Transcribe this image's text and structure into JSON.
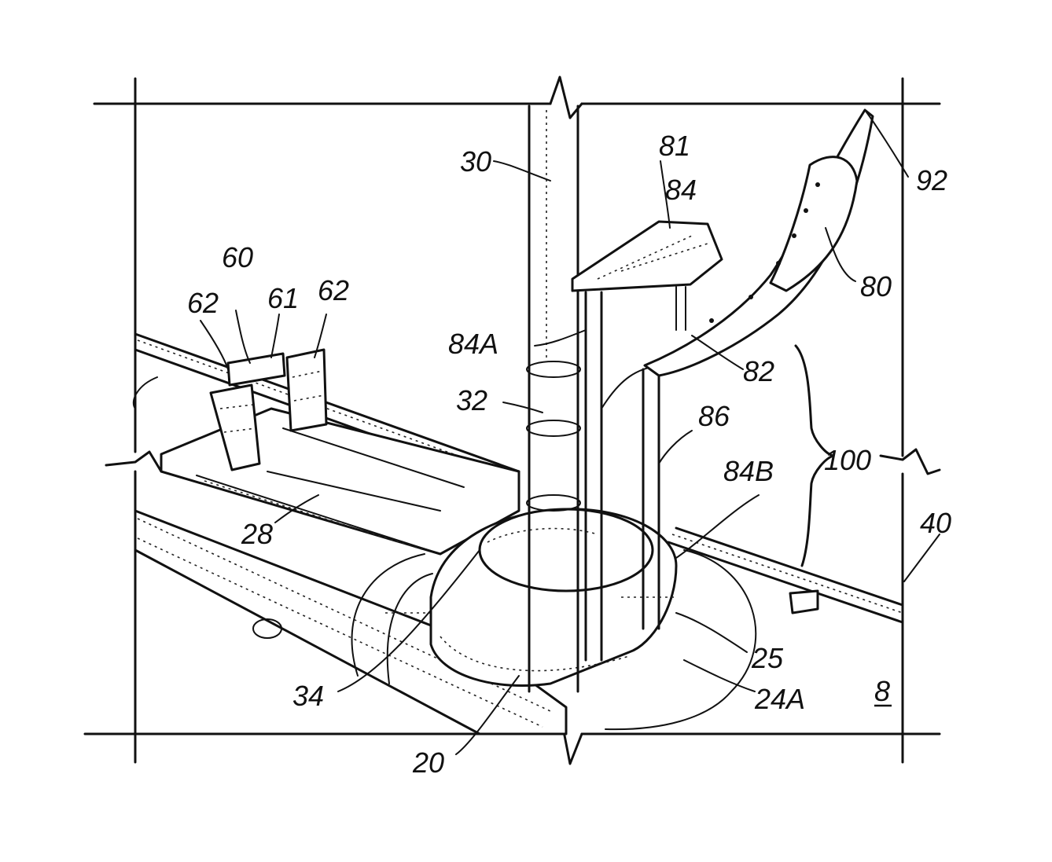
{
  "figure": {
    "labels": {
      "l81": "81",
      "l30": "30",
      "l84": "84",
      "l92": "92",
      "l60": "60",
      "l62a": "62",
      "l61": "61",
      "l62b": "62",
      "l80": "80",
      "l84A": "84A",
      "l82": "82",
      "l32": "32",
      "l86": "86",
      "l84B": "84B",
      "l100": "100",
      "l40": "40",
      "l28": "28",
      "l25": "25",
      "l34": "34",
      "l24A": "24A",
      "l8": "8",
      "l20": "20"
    }
  }
}
